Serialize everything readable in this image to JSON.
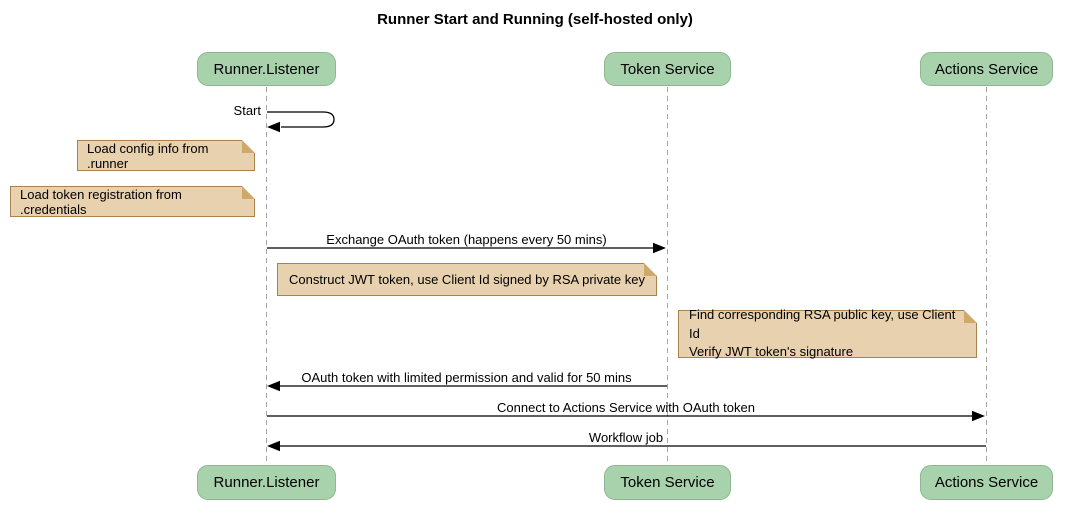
{
  "title": "Runner Start and Running (self-hosted only)",
  "diagram_type": "sequence",
  "participants": [
    {
      "name": "Runner.Listener"
    },
    {
      "name": "Token Service"
    },
    {
      "name": "Actions Service"
    }
  ],
  "self_message": {
    "label": "Start",
    "on": "Runner.Listener"
  },
  "messages": [
    {
      "label": "Exchange OAuth token (happens every 50 mins)",
      "from": "Runner.Listener",
      "to": "Token Service"
    },
    {
      "label": "OAuth token with limited permission and valid for 50 mins",
      "from": "Token Service",
      "to": "Runner.Listener"
    },
    {
      "label": "Connect to Actions Service with OAuth token",
      "from": "Runner.Listener",
      "to": "Actions Service"
    },
    {
      "label": "Workflow job",
      "from": "Actions Service",
      "to": "Runner.Listener"
    }
  ],
  "notes": [
    {
      "text": "Load config info from .runner",
      "anchor": "Runner.Listener"
    },
    {
      "text": "Load token registration from .credentials",
      "anchor": "Runner.Listener"
    },
    {
      "text": "Construct JWT token, use Client Id signed by RSA private key",
      "anchor": "Token Service"
    },
    {
      "lines": [
        "Find corresponding RSA public key, use Client Id",
        "Verify JWT token's signature"
      ],
      "anchor": "Actions Service"
    }
  ],
  "colors": {
    "participant_fill": "#a8d2ab",
    "participant_border": "#8cb790",
    "note_fill": "#e8d1ae",
    "note_border": "#a9834d",
    "lifeline": "#a6a6a6",
    "arrow": "#000000",
    "background": "#ffffff"
  }
}
